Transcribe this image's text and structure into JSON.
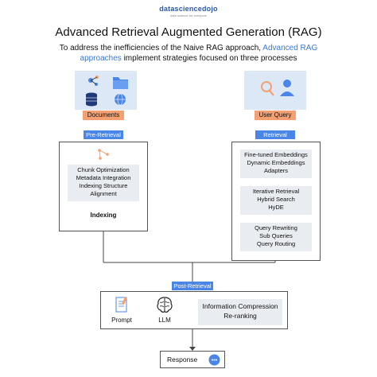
{
  "header": {
    "logo_text": "datasciencedojo",
    "logo_tagline": "data science for everyone",
    "title": "Advanced Retrieval Augmented Generation (RAG)",
    "subtitle_part1": "To address the inefficiencies of the Naive RAG approach, ",
    "subtitle_link": "Advanced RAG approaches",
    "subtitle_part2": " implement strategies focused on three processes"
  },
  "colors": {
    "accent_blue": "#4a86e8",
    "orange_pill": "#f4a072",
    "icon_panel": "#dde8f7",
    "grey_box": "#e9ecf1"
  },
  "left_input": {
    "label": "Documents",
    "icons": [
      "molecule-icon",
      "folder-icon",
      "database-icon",
      "globe-icon"
    ]
  },
  "right_input": {
    "label": "User Query",
    "icons": [
      "search-icon",
      "user-icon"
    ]
  },
  "pre_retrieval": {
    "label": "Pre-Retrieval",
    "items": [
      "Chunk Optimization",
      "Metadata Integration",
      "Indexing Structure",
      "Alignment"
    ],
    "footer": "Indexing"
  },
  "retrieval": {
    "label": "Retrieval",
    "groups": [
      [
        "Fine-tuned Embeddings",
        "Dynamic Embeddings",
        "Adapters"
      ],
      [
        "Iterative Retrieval",
        "Hybrid Search",
        "HyDE"
      ],
      [
        "Query Rewriting",
        "Sub Queries",
        "Query Routing"
      ]
    ]
  },
  "post_retrieval": {
    "label": "Post-Retrieval",
    "prompt_label": "Prompt",
    "llm_label": "LLM",
    "items": [
      "Information Compression",
      "Re-ranking"
    ]
  },
  "response": {
    "label": "Response"
  }
}
